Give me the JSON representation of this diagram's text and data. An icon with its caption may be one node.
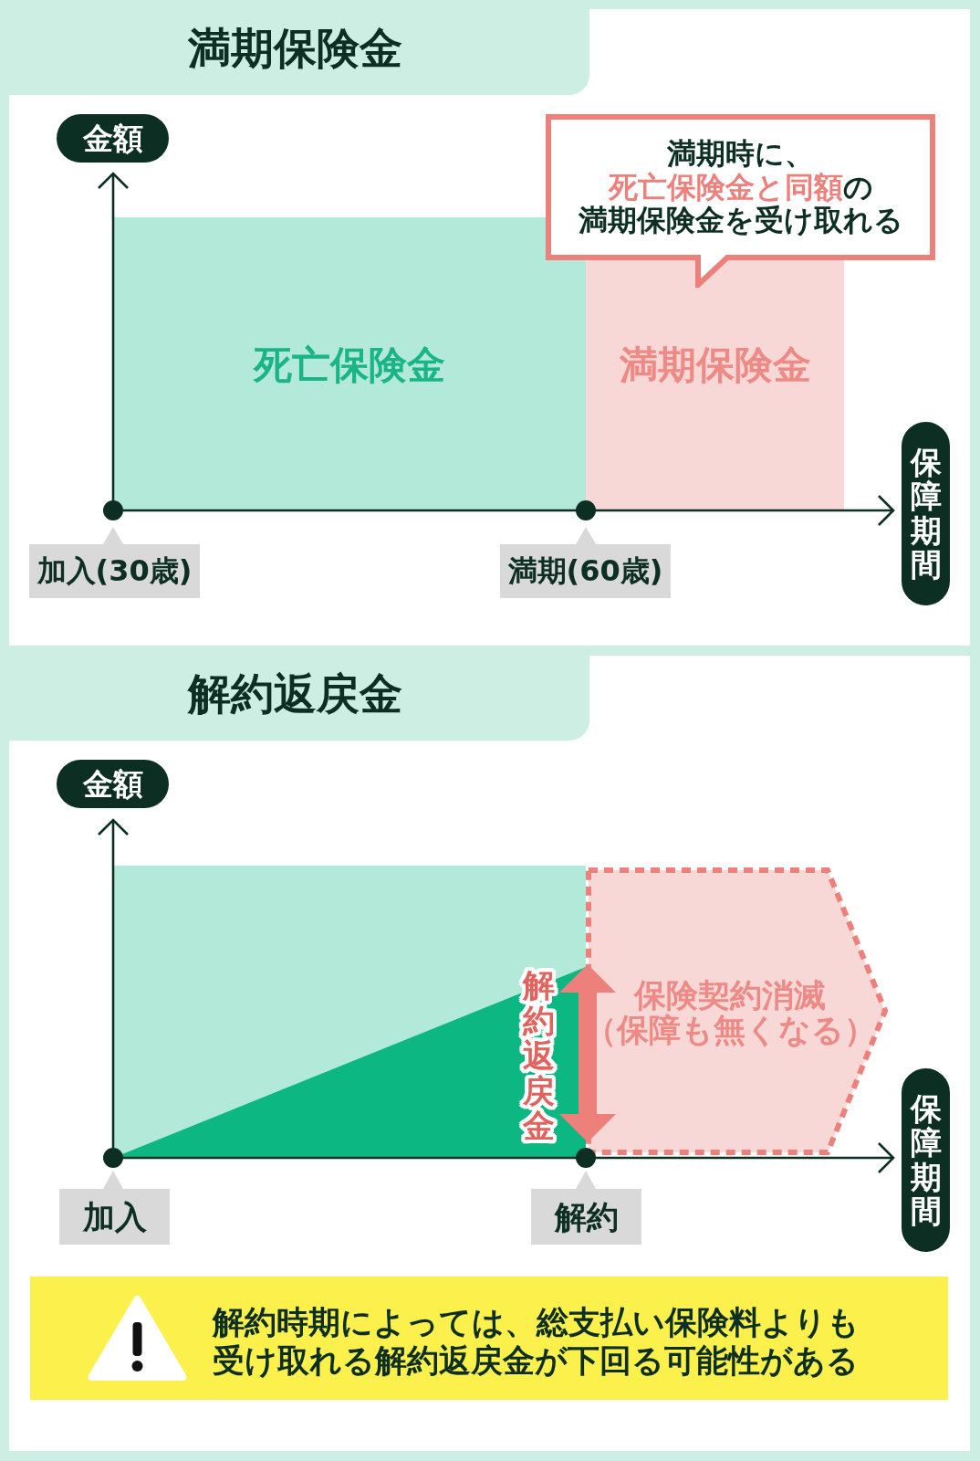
{
  "diagram": {
    "nodes": [
      {
        "text": [
          "満期保険金"
        ]
      },
      {
        "text": [
          "金額"
        ],
        "in": 0
      },
      {
        "text": [
          "満期時に、**死亡保険金と同額**の満期保険金を受け取れる"
        ],
        "in": 0
      },
      {
        "text": [
          "死亡保険金"
        ],
        "in": 0
      },
      {
        "text": [
          "満期保険金"
        ],
        "in": 0
      },
      {
        "text": [
          "保障期間"
        ],
        "in": 0
      },
      {
        "text": [
          "加入(30歳)"
        ],
        "in": 0
      },
      {
        "text": [
          "満期(60歳)"
        ],
        "in": 0
      },
      {
        "text": [
          "解約返戻金"
        ]
      },
      {
        "text": [
          "金額"
        ],
        "in": 8
      },
      {
        "text": [
          "保険契約消滅",
          "（保障も無くなる）"
        ],
        "in": 8
      },
      {
        "text": [
          "保障期間"
        ],
        "in": 8
      },
      {
        "text": [
          "加入"
        ],
        "in": 8
      },
      {
        "text": [
          "解約"
        ],
        "in": 8
      },
      {
        "text": [
          "解約時期によっては、総支払い保険料よりも受け取れる解約返戻金が下回る可能性がある"
        ],
        "in": 8
      }
    ],
    "labels": [
      "解約返戻金"
    ]
  }
}
